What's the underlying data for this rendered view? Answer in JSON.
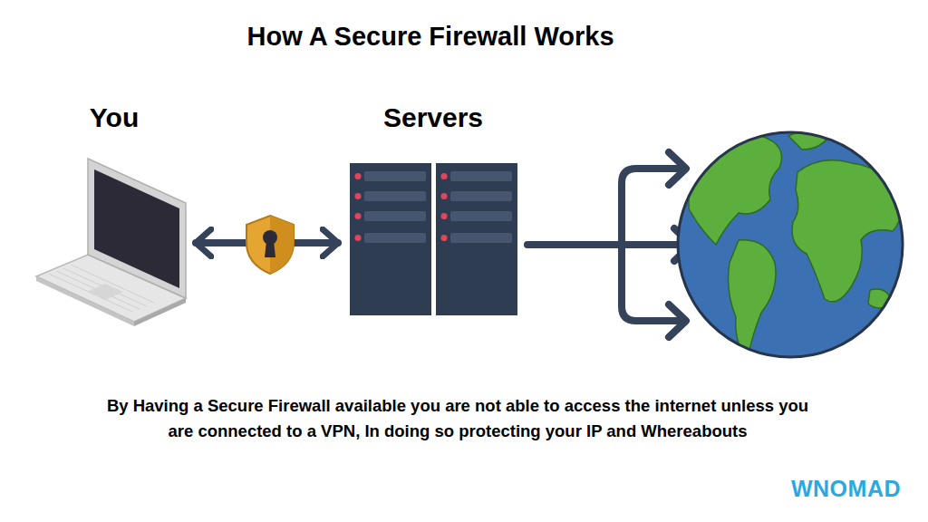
{
  "diagram": {
    "title": "How A Secure Firewall Works",
    "caption": "By Having a Secure Firewall available you are not able to access the internet unless you are connected to a VPN, In doing so protecting your IP and Whereabouts",
    "nodes": [
      {
        "text": [
          "You"
        ]
      },
      {
        "text": [
          "Servers"
        ]
      }
    ],
    "edges": [
      {
        "from": 0,
        "to": 1,
        "arrow": "both"
      }
    ],
    "labels": [
      "WNOMAD"
    ]
  }
}
